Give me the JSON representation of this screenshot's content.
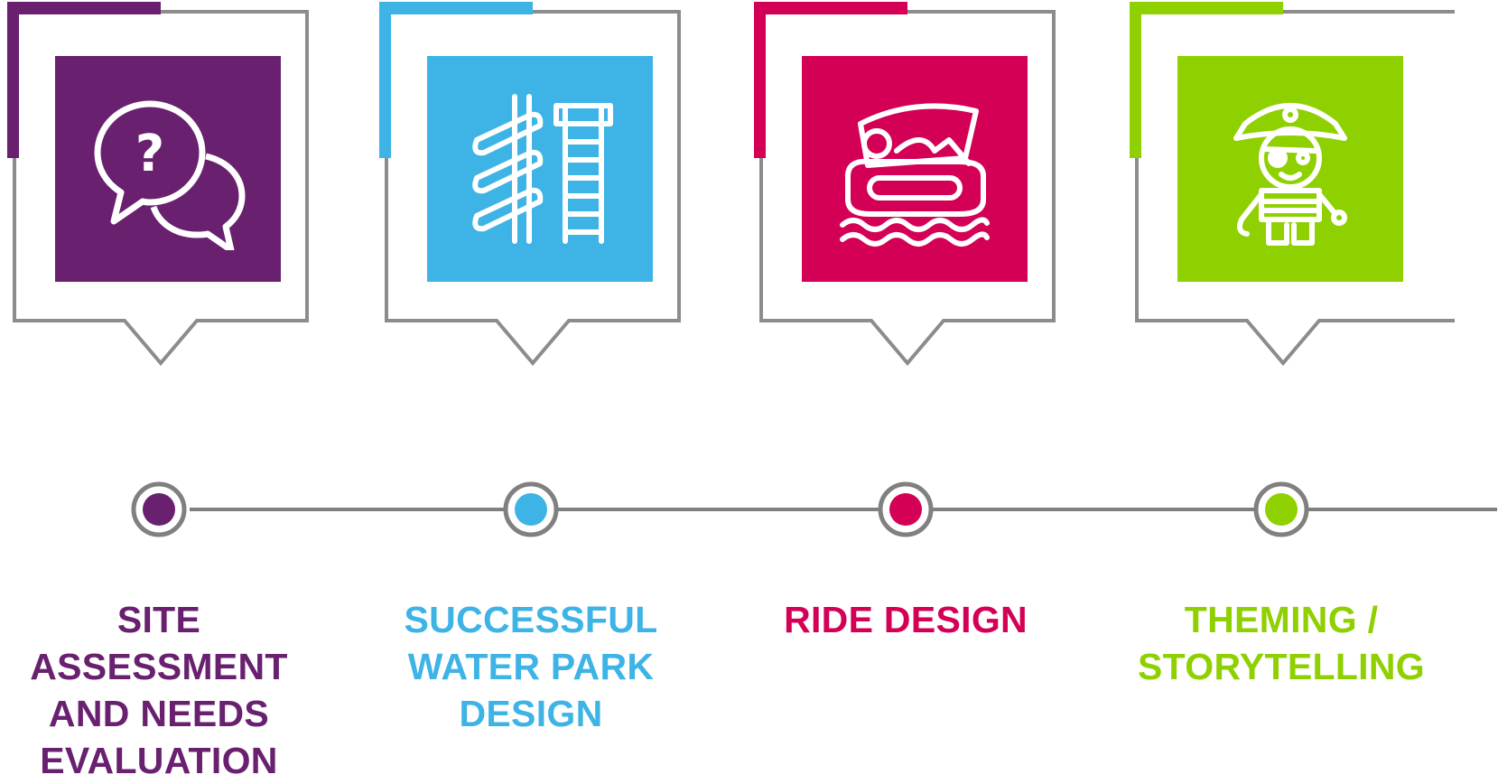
{
  "steps": [
    {
      "label": "SITE ASSESSMENT AND NEEDS EVALUATION",
      "color": "#68206f",
      "icon": "question-chat-icon"
    },
    {
      "label": "SUCCESSFUL WATER PARK DESIGN",
      "color": "#3db4e5",
      "icon": "water-slide-icon"
    },
    {
      "label": "RIDE DESIGN",
      "color": "#d40056",
      "icon": "raft-ride-icon"
    },
    {
      "label": "THEMING / STORYTELLING",
      "color": "#8fd000",
      "icon": "pirate-kid-icon"
    }
  ],
  "timeline_color": "#808080"
}
